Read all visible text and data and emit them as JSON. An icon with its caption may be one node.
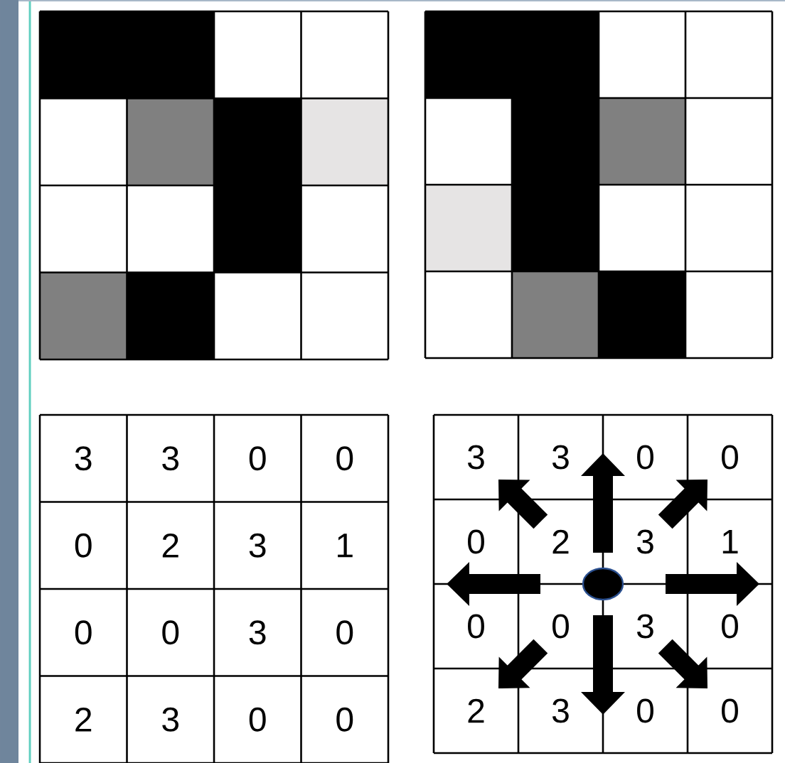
{
  "diagram": {
    "labels": [
      "3",
      "3",
      "0",
      "0",
      "0",
      "2",
      "3",
      "1",
      "0",
      "0",
      "3",
      "0",
      "2",
      "3",
      "0",
      "0",
      "3",
      "3",
      "0",
      "0",
      "0",
      "2",
      "3",
      "1",
      "0",
      "0",
      "3",
      "0",
      "2",
      "3",
      "0",
      "0"
    ]
  }
}
